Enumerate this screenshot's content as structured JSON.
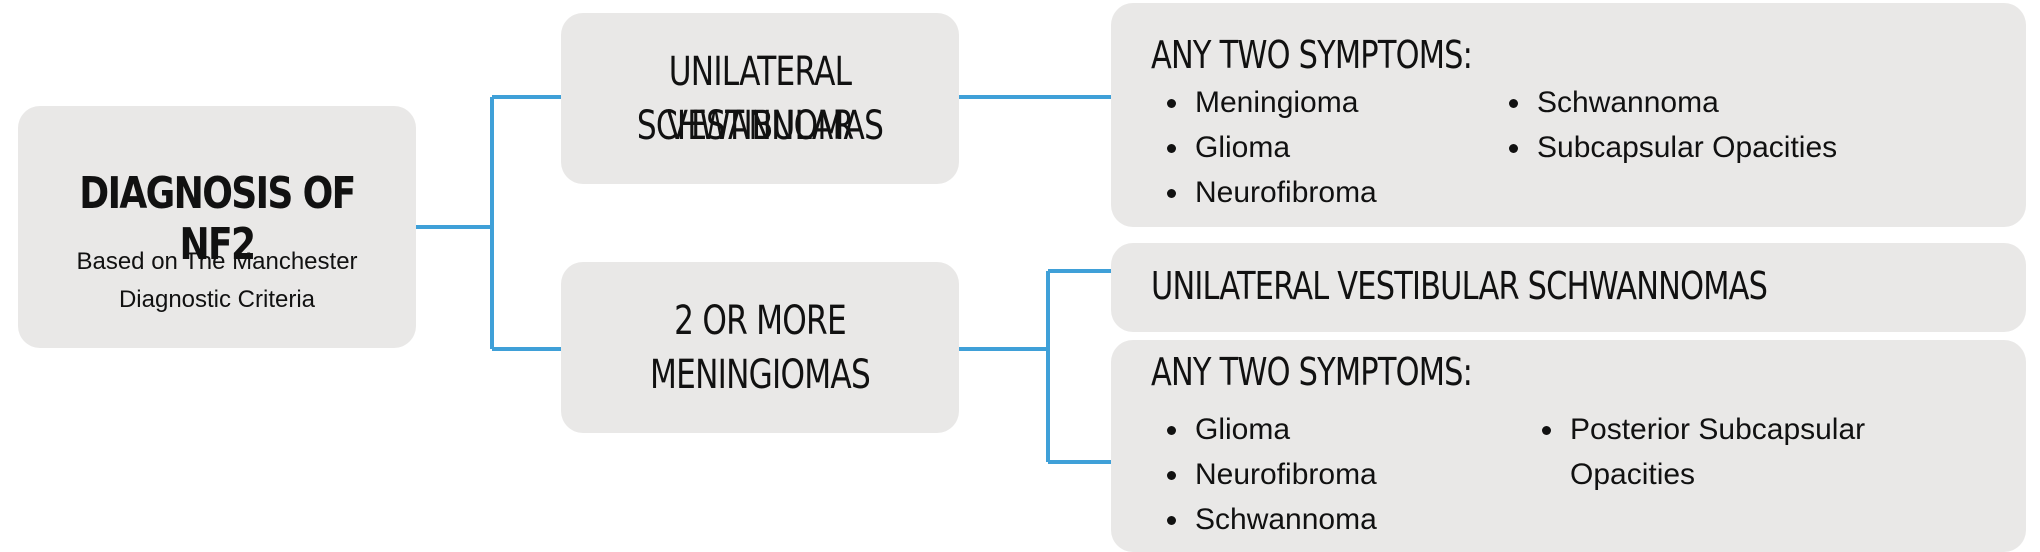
{
  "root": {
    "title": "DIAGNOSIS OF NF2",
    "subtitle": "Based on The Manchester Diagnostic Criteria"
  },
  "branch_top": {
    "label_line1": "UNILATERAL VESTIBULAR",
    "label_line2": "SCHWANNOMAS",
    "criteria": {
      "heading": "ANY TWO SYMPTOMS:",
      "col1": [
        "Meningioma",
        "Glioma",
        "Neurofibroma"
      ],
      "col2": [
        "Schwannoma",
        "Subcapsular Opacities"
      ]
    }
  },
  "branch_bottom": {
    "label_line1": "2 OR MORE",
    "label_line2": "MENINGIOMAS",
    "criteria_a": {
      "heading": "UNILATERAL VESTIBULAR SCHWANNOMAS"
    },
    "criteria_b": {
      "heading": "ANY TWO SYMPTOMS:",
      "col1": [
        "Glioma",
        "Neurofibroma",
        "Schwannoma"
      ],
      "col2": [
        "Posterior Subcapsular Opacities"
      ]
    }
  },
  "colors": {
    "box": "#e9e8e7",
    "connector": "#3fa0d8",
    "text": "#111111"
  }
}
